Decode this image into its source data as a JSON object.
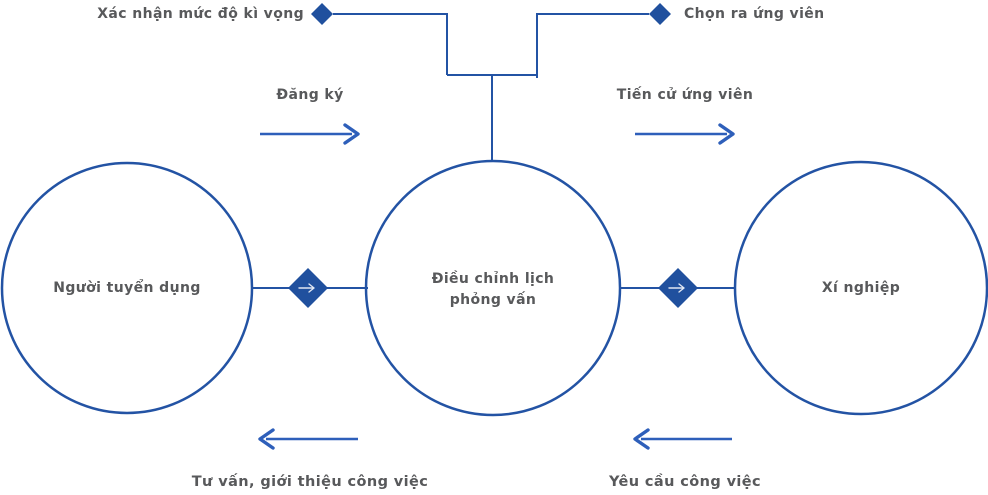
{
  "diagram": {
    "colors": {
      "line": "#2353a4",
      "diamond": "#20509e",
      "arrow": "#2e5fba",
      "text": "#58595b"
    },
    "top_notes": {
      "left": "Xác nhận mức độ kì vọng",
      "right": "Chọn ra ứng viên"
    },
    "flows": {
      "top_left": "Đăng ký",
      "top_right": "Tiến cử ứng viên",
      "bottom_left": "Tư vấn, giới thiệu công việc",
      "bottom_right": "Yêu cầu công việc"
    },
    "nodes": {
      "left": "Người tuyển dụng",
      "center_line1": "Điều chỉnh lịch",
      "center_line2": "phỏng vấn",
      "right": "Xí nghiệp"
    }
  }
}
